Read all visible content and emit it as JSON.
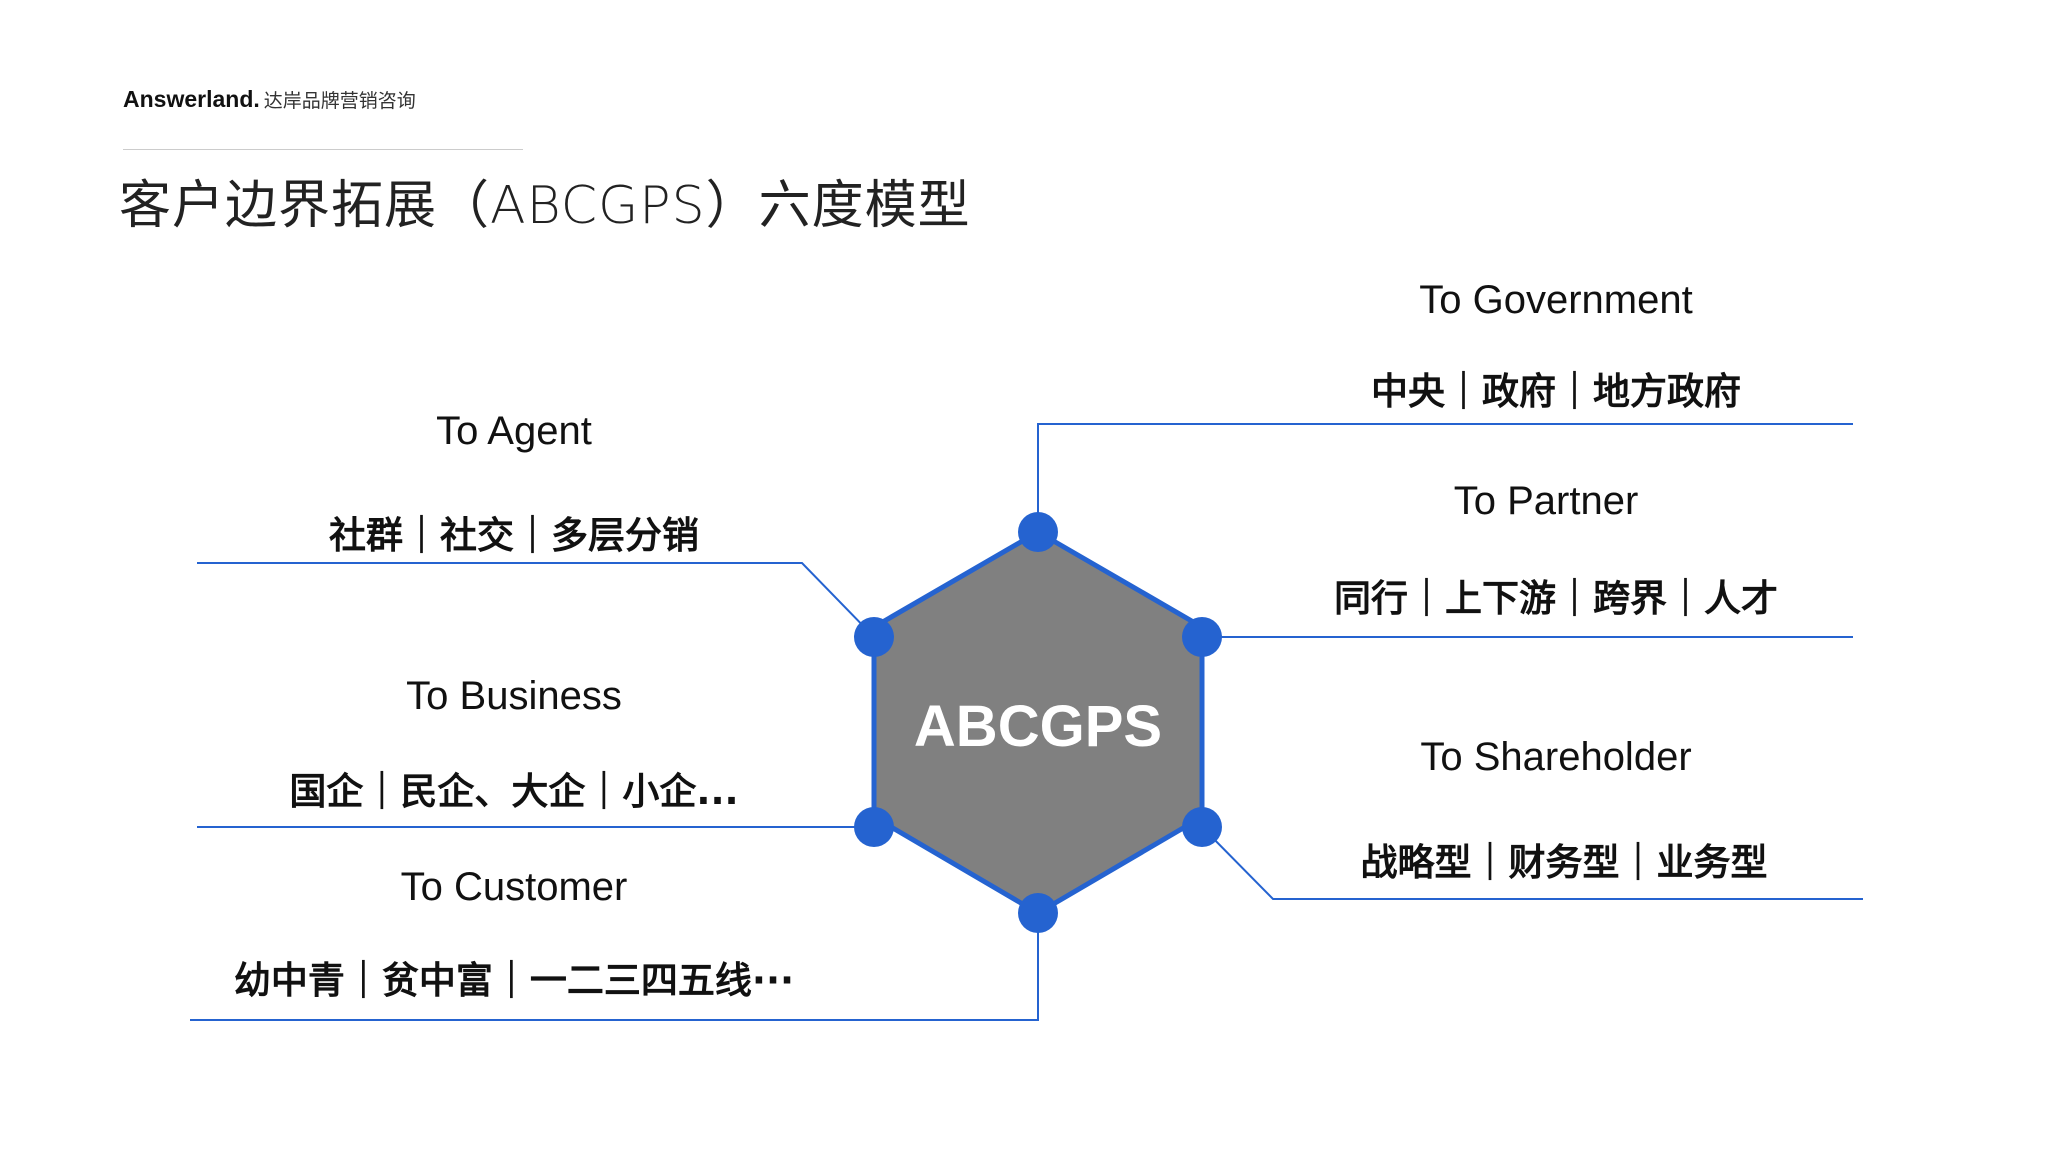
{
  "header": {
    "brand_name": "Answerland.",
    "brand_sub": "达岸品牌营销咨询",
    "title": "客户边界拓展（ABCGPS）六度模型"
  },
  "colors": {
    "accent": "#2563D0",
    "hexagon_fill": "#808080",
    "center_text": "#FFFFFF"
  },
  "diagram": {
    "center_label": "ABCGPS",
    "segments": [
      {
        "id": "agent",
        "title": "To Agent",
        "items": "社群｜社交｜多层分销"
      },
      {
        "id": "business",
        "title": "To Business",
        "items": "国企｜民企、大企｜小企..."
      },
      {
        "id": "customer",
        "title": "To Customer",
        "items": "幼中青｜贫中富｜一二三四五线···"
      },
      {
        "id": "government",
        "title": "To Government",
        "items": "中央｜政府｜地方政府"
      },
      {
        "id": "partner",
        "title": "To Partner",
        "items": "同行｜上下游｜跨界｜人才"
      },
      {
        "id": "shareholder",
        "title": "To Shareholder",
        "items": "战略型｜财务型｜业务型"
      }
    ]
  }
}
